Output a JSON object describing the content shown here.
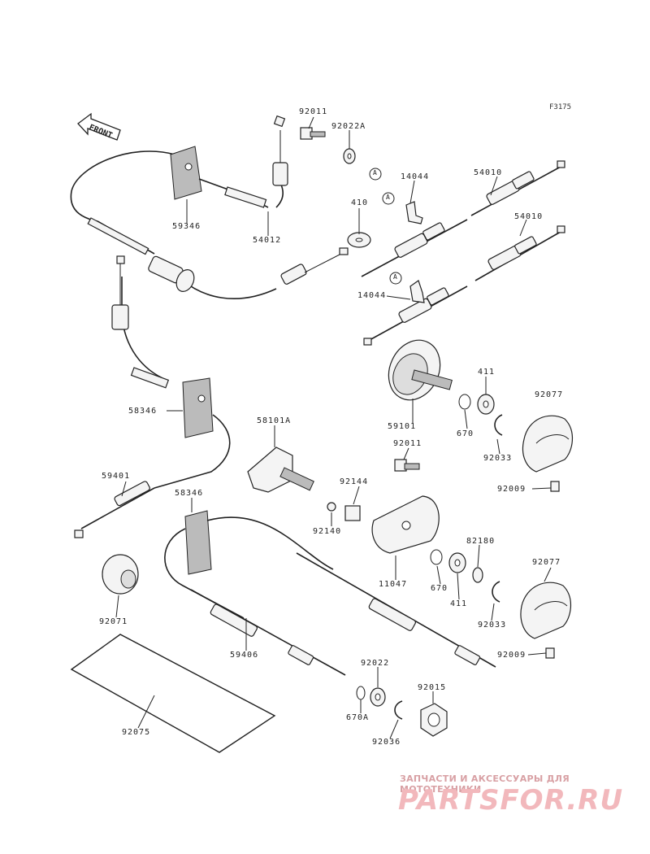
{
  "figure_ref": "F3175",
  "front_label": "FRONT",
  "callout": "A",
  "parts": [
    {
      "id": "p-92011-top",
      "label": "92011"
    },
    {
      "id": "p-92022A",
      "label": "92022A"
    },
    {
      "id": "p-14044-top",
      "label": "14044"
    },
    {
      "id": "p-54010-a",
      "label": "54010"
    },
    {
      "id": "p-54010-b",
      "label": "54010"
    },
    {
      "id": "p-59346-top",
      "label": "59346"
    },
    {
      "id": "p-54012",
      "label": "54012"
    },
    {
      "id": "p-410",
      "label": "410"
    },
    {
      "id": "p-14044-mid",
      "label": "14044"
    },
    {
      "id": "p-411-top",
      "label": "411"
    },
    {
      "id": "p-92077-top",
      "label": "92077"
    },
    {
      "id": "p-58346",
      "label": "58346"
    },
    {
      "id": "p-59101",
      "label": "59101"
    },
    {
      "id": "p-670-top",
      "label": "670"
    },
    {
      "id": "p-92033-top",
      "label": "92033"
    },
    {
      "id": "p-58101A",
      "label": "58101A"
    },
    {
      "id": "p-92011-mid",
      "label": "92011"
    },
    {
      "id": "p-59401",
      "label": "59401"
    },
    {
      "id": "p-92009-top",
      "label": "92009"
    },
    {
      "id": "p-58346-b",
      "label": "58346"
    },
    {
      "id": "p-92144",
      "label": "92144"
    },
    {
      "id": "p-92140",
      "label": "92140"
    },
    {
      "id": "p-82180",
      "label": "82180"
    },
    {
      "id": "p-92077-bot",
      "label": "92077"
    },
    {
      "id": "p-11047",
      "label": "11047"
    },
    {
      "id": "p-670-bot",
      "label": "670"
    },
    {
      "id": "p-411-bot",
      "label": "411"
    },
    {
      "id": "p-92033-bot",
      "label": "92033"
    },
    {
      "id": "p-92071",
      "label": "92071"
    },
    {
      "id": "p-59406",
      "label": "59406"
    },
    {
      "id": "p-92009-bot",
      "label": "92009"
    },
    {
      "id": "p-92022",
      "label": "92022"
    },
    {
      "id": "p-92015",
      "label": "92015"
    },
    {
      "id": "p-670A",
      "label": "670A"
    },
    {
      "id": "p-92036",
      "label": "92036"
    },
    {
      "id": "p-92075",
      "label": "92075"
    }
  ],
  "watermark": {
    "subtitle": "ЗАПЧАСТИ И АКСЕССУАРЫ ДЛЯ МОТОТЕХНИКИ",
    "brand": "PARTSFOR.RU"
  }
}
